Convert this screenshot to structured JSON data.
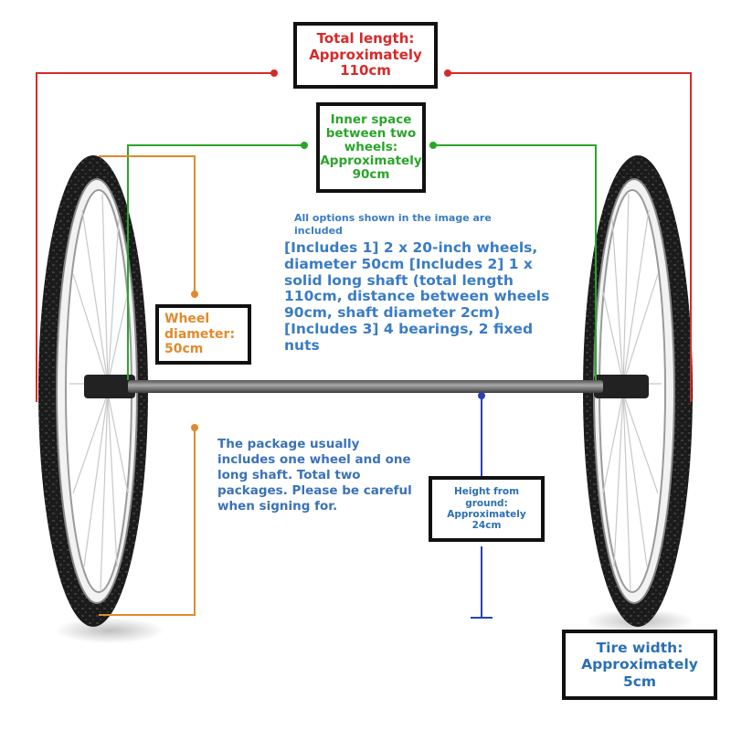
{
  "colors": {
    "total_length": "#d62a2a",
    "inner_space": "#2aa52a",
    "wheel_diameter": "#e08a2e",
    "height": "#2a4db5",
    "text_blue": "#3a7cc4"
  },
  "labels": {
    "total_length": "Total length:\nApproximately\n110cm",
    "inner_space": "Inner space\nbetween two\nwheels:\nApproximately\n90cm",
    "wheel_diameter": "Wheel\ndiameter:\n50cm",
    "height_from_ground": "Height from ground:\nApproximately\n24cm",
    "tire_width": "Tire width:\nApproximately\n5cm"
  },
  "notes": {
    "all_options": "All options shown in the image are included",
    "includes": "[Includes 1] 2 x 20-inch wheels, diameter 50cm [Includes 2] 1 x solid long shaft (total length 110cm, distance between wheels 90cm, shaft diameter 2cm) [Includes 3] 4 bearings, 2 fixed nuts",
    "package": "The package usually includes one wheel and one long shaft. Total two packages. Please be careful when signing for."
  }
}
